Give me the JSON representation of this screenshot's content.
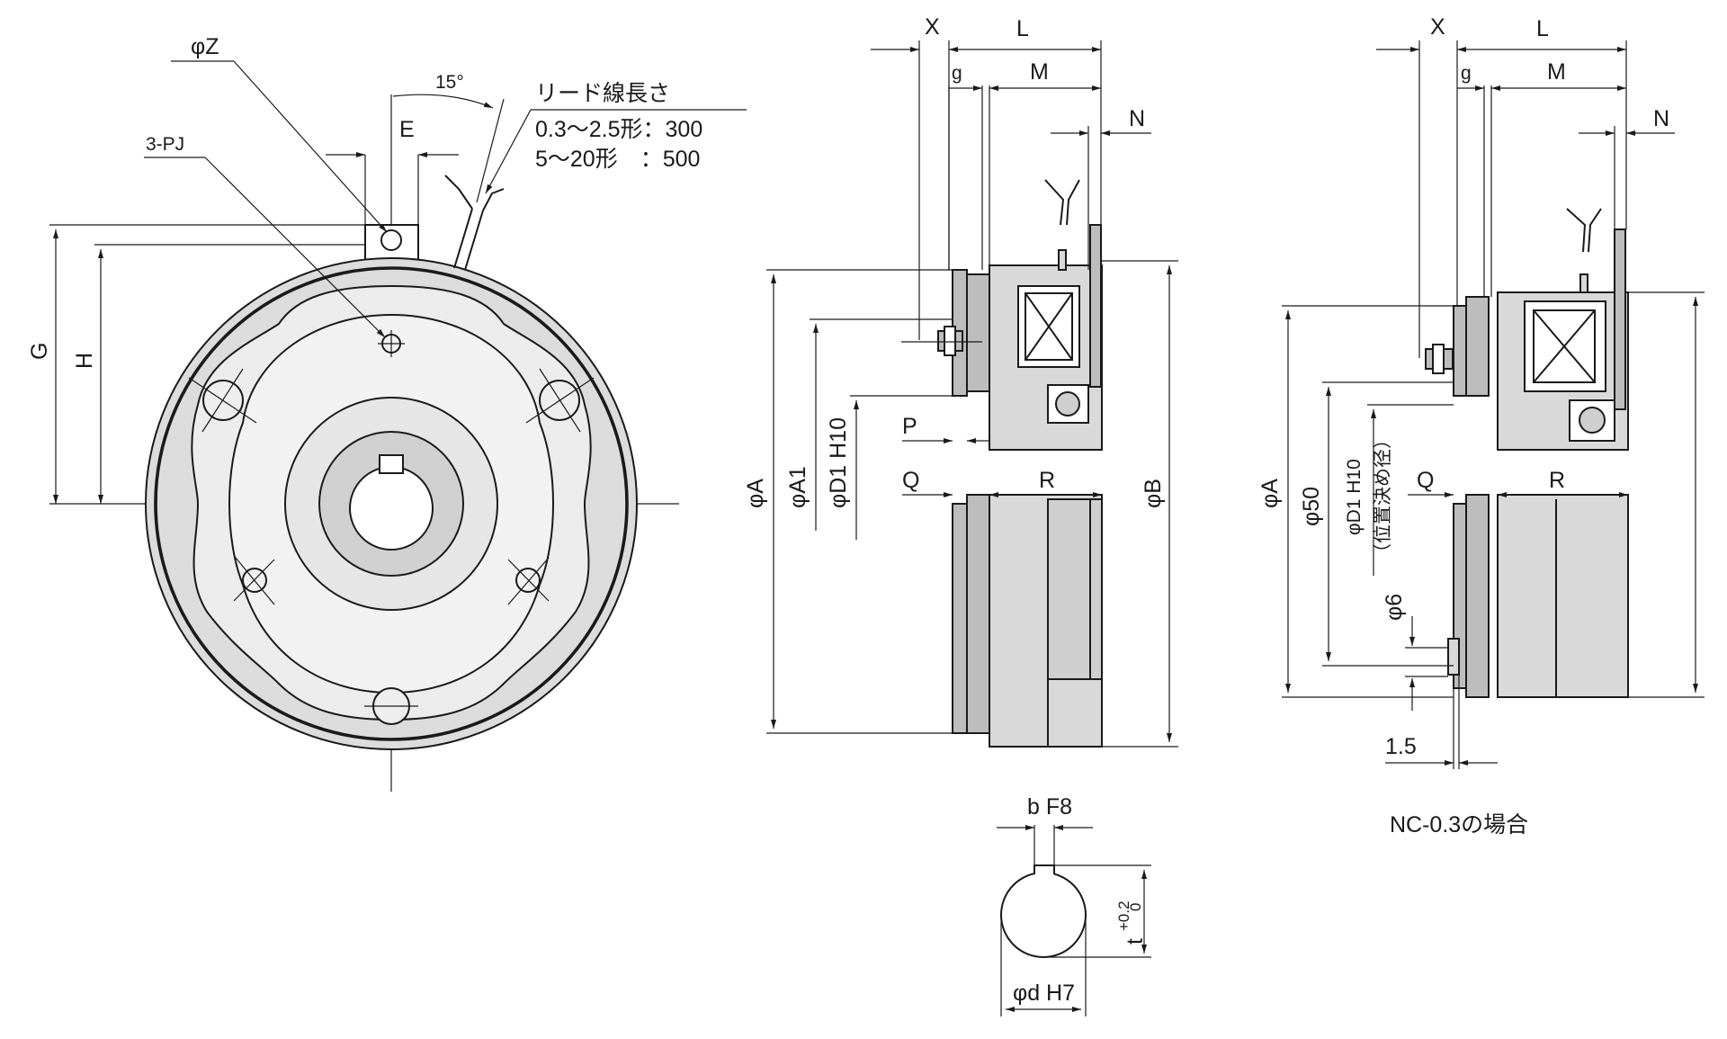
{
  "front_view": {
    "phi_z": "φZ",
    "pj": "3-PJ",
    "angle": "15°",
    "e": "E",
    "g": "G",
    "h": "H",
    "lead_title": "リード線長さ",
    "lead_line1": "0.3～2.5形：300",
    "lead_line2": "5～20形　：500"
  },
  "side_view": {
    "x": "X",
    "l": "L",
    "g": "g",
    "m": "M",
    "n": "N",
    "p": "P",
    "q": "Q",
    "r": "R",
    "phi_a": "φA",
    "phi_a1": "φA1",
    "phi_d1": "φD1 H10",
    "phi_b": "φB"
  },
  "key_view": {
    "b": "b F8",
    "t": "t",
    "t_sup": "+0.2",
    "t_sub": "0",
    "d": "φd H7"
  },
  "nc_view": {
    "x": "X",
    "l": "L",
    "g": "g",
    "m": "M",
    "n": "N",
    "q": "Q",
    "r": "R",
    "phi_a": "φA",
    "phi_50": "φ50",
    "phi_d1": "φD1 H10",
    "note": "（位置決め径）",
    "phi_6": "φ6",
    "dim_1_5": "1.5",
    "caption": "NC-0.3の場合"
  }
}
